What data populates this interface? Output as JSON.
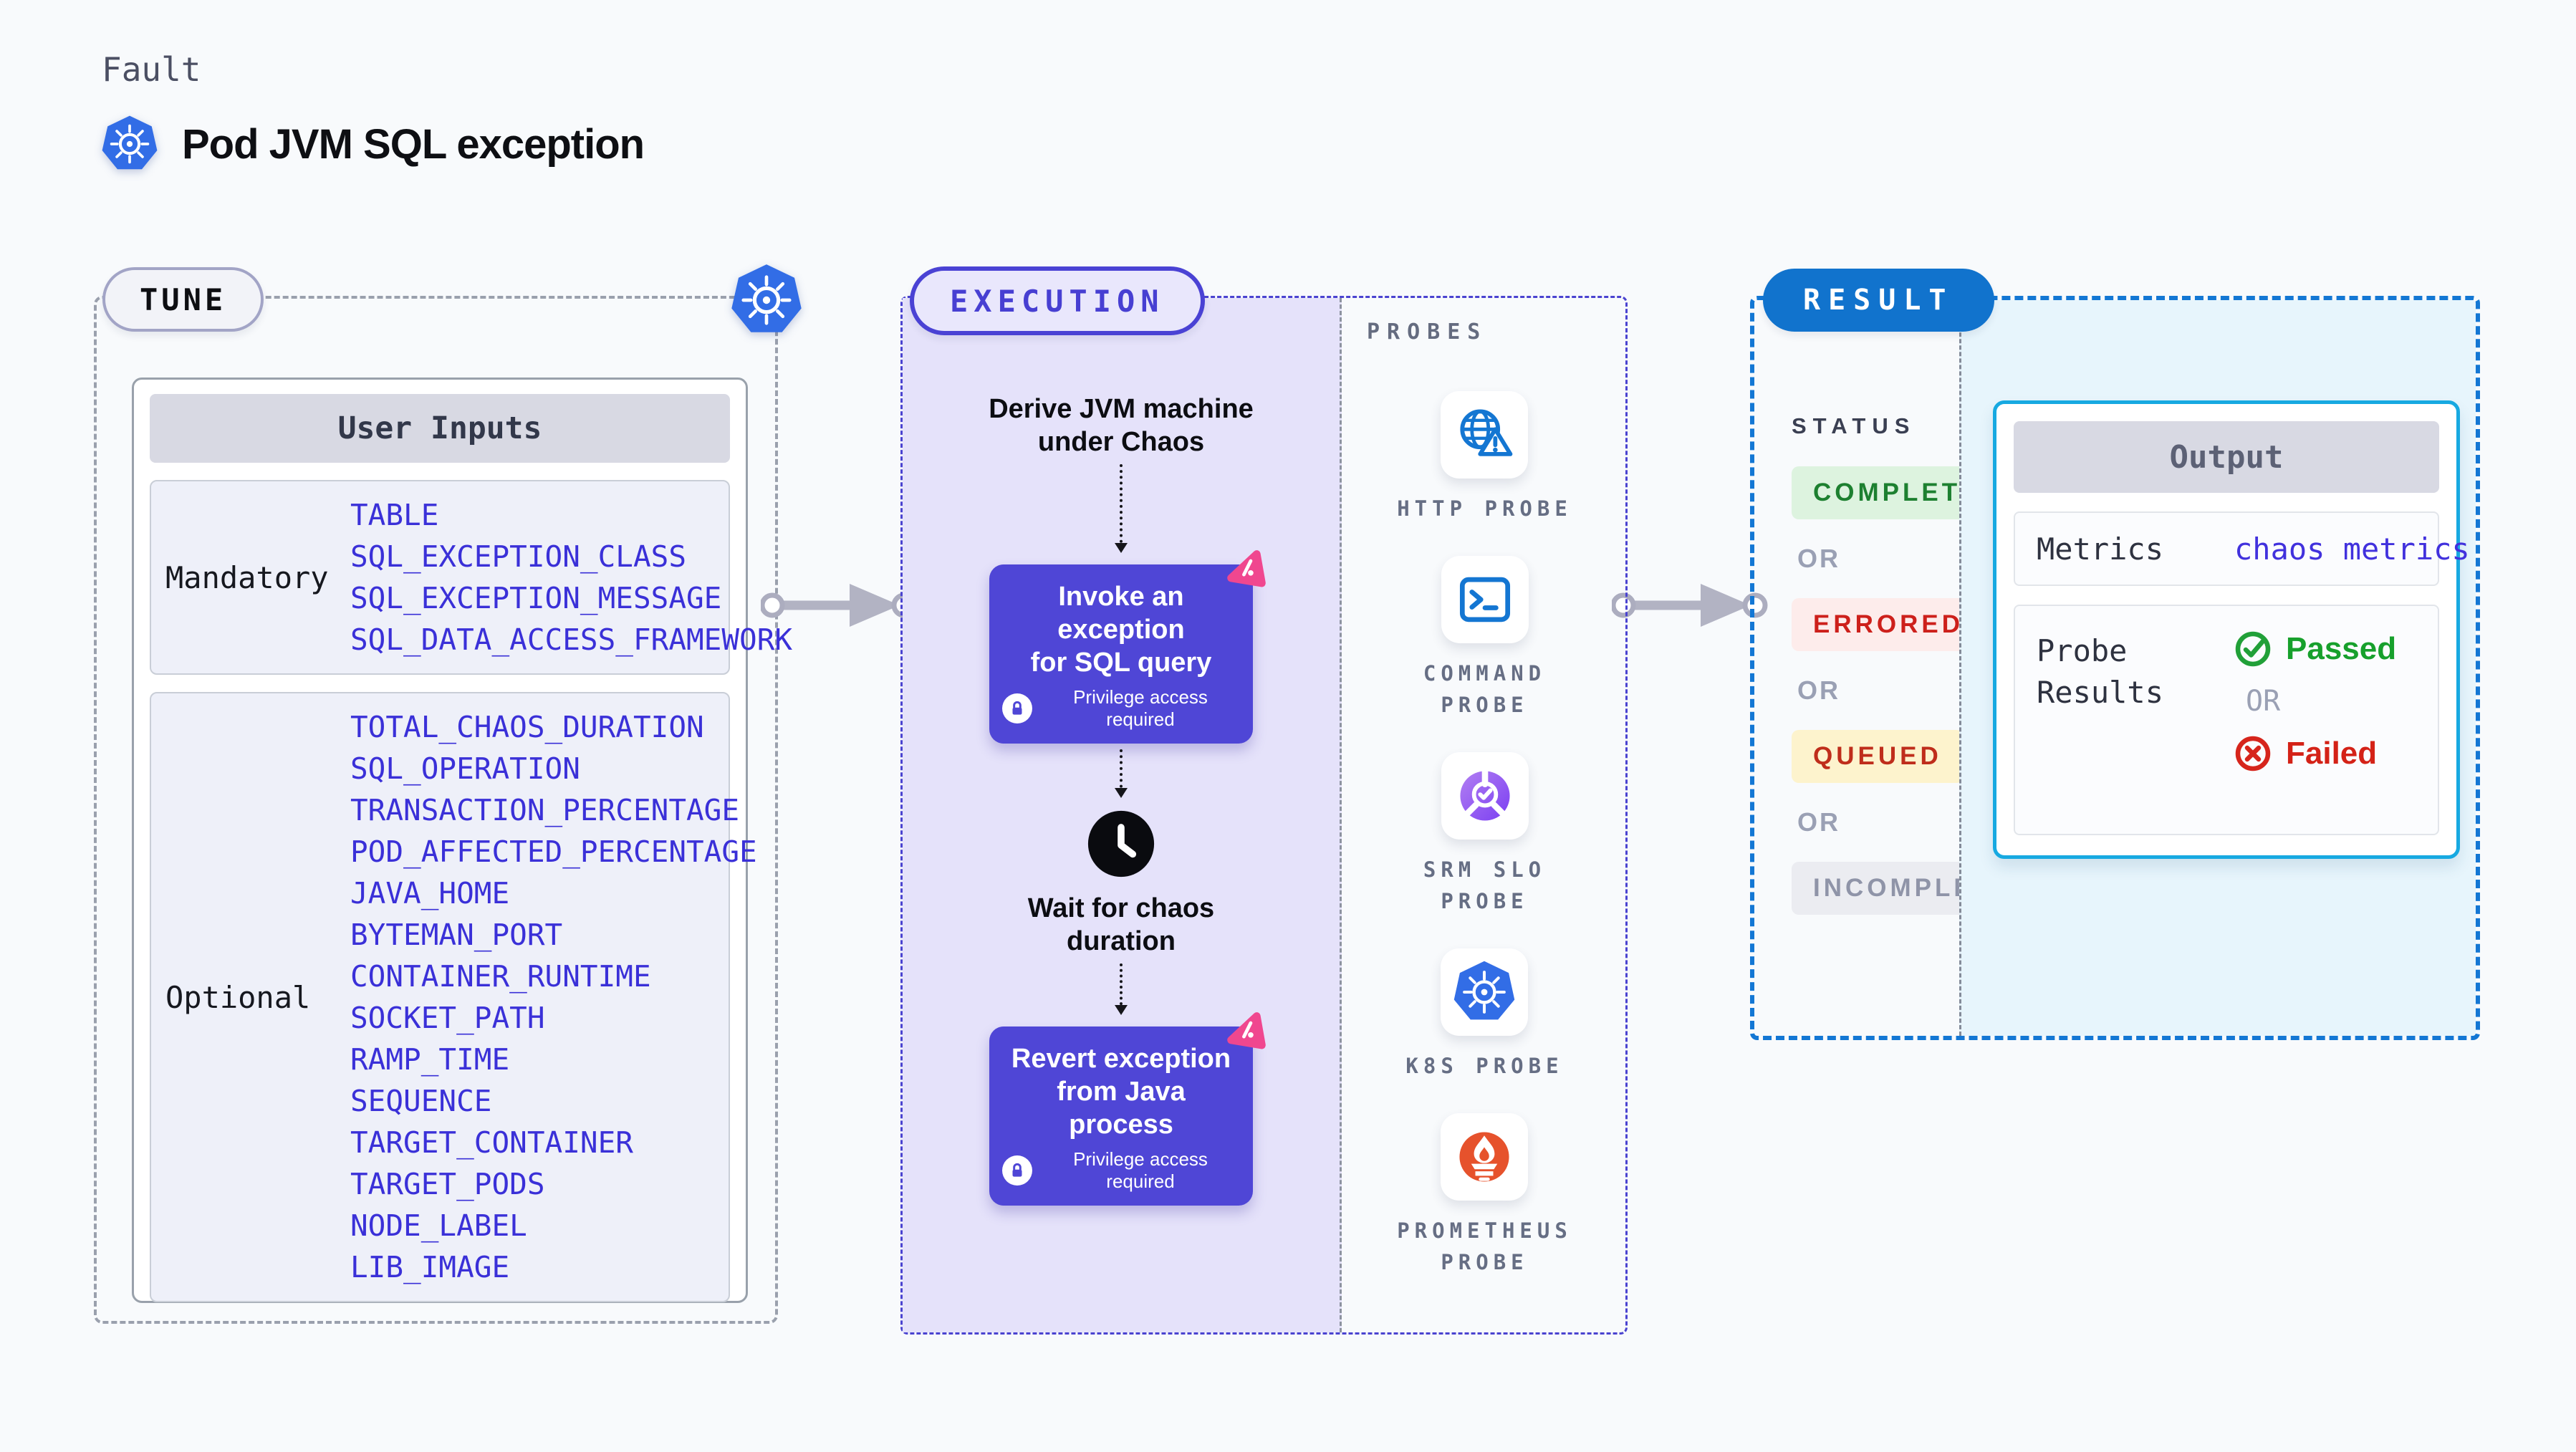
{
  "header": {
    "kicker": "Fault",
    "title": "Pod JVM SQL exception"
  },
  "tune": {
    "badge": "TUNE",
    "table_header": "User Inputs",
    "mandatory_label": "Mandatory",
    "mandatory_items": [
      "TABLE",
      "SQL_EXCEPTION_CLASS",
      "SQL_EXCEPTION_MESSAGE",
      "SQL_DATA_ACCESS_FRAMEWORK"
    ],
    "optional_label": "Optional",
    "optional_items": [
      "TOTAL_CHAOS_DURATION",
      "SQL_OPERATION",
      "TRANSACTION_PERCENTAGE",
      "POD_AFFECTED_PERCENTAGE",
      "JAVA_HOME",
      "BYTEMAN_PORT",
      "CONTAINER_RUNTIME",
      "SOCKET_PATH",
      "RAMP_TIME",
      "SEQUENCE",
      "TARGET_CONTAINER",
      "TARGET_PODS",
      "NODE_LABEL",
      "LIB_IMAGE"
    ]
  },
  "execution": {
    "badge": "EXECUTION",
    "derive_step": "Derive JVM machine\nunder Chaos",
    "invoke_step": "Invoke an exception\nfor SQL query",
    "wait_step": "Wait for chaos\nduration",
    "revert_step": "Revert exception\nfrom Java process",
    "privilege_note": "Privilege access required"
  },
  "probes": {
    "header": "PROBES",
    "items": [
      {
        "label": "HTTP PROBE",
        "icon": "globe-alert-icon"
      },
      {
        "label": "COMMAND\nPROBE",
        "icon": "terminal-icon"
      },
      {
        "label": "SRM SLO\nPROBE",
        "icon": "slo-gauge-icon"
      },
      {
        "label": "K8S PROBE",
        "icon": "kubernetes-icon"
      },
      {
        "label": "PROMETHEUS\nPROBE",
        "icon": "prometheus-flame-icon"
      }
    ]
  },
  "result": {
    "badge": "RESULT",
    "status_header": "STATUS",
    "or_label": "OR",
    "statuses": [
      {
        "label": "COMPLETED",
        "bg": "#ddf3df",
        "color": "#1d8030"
      },
      {
        "label": "ERRORED",
        "bg": "#fdeceb",
        "color": "#cd201b"
      },
      {
        "label": "QUEUED",
        "bg": "#fdf3cd",
        "color": "#bf2d1b"
      },
      {
        "label": "INCOMPLETED",
        "bg": "#ebecf1",
        "color": "#8f94a8"
      }
    ],
    "output": {
      "title": "Output",
      "metrics_label": "Metrics",
      "metrics_value": "chaos metrics",
      "probe_results_label": "Probe\nResults",
      "passed_label": "Passed",
      "or_label": "OR",
      "failed_label": "Failed"
    }
  },
  "colors": {
    "kubernetes_blue": "#326de6",
    "execution_indigo": "#4f46d6",
    "execution_panel_purple": "#e5e2fa",
    "chaos_pink": "#f0478f",
    "result_blue": "#1173cd",
    "result_dash_blue": "#1377d4",
    "result_panel_blue": "#e7f5fc",
    "output_border_cyan": "#17a9e1",
    "passed_green": "#17a02c",
    "failed_red": "#d42217",
    "command_probe_blue": "#1476d2",
    "prometheus_orange": "#e6522c",
    "srm_slo_purple": "#7b3ff2",
    "param_blue": "#3a30d8"
  }
}
